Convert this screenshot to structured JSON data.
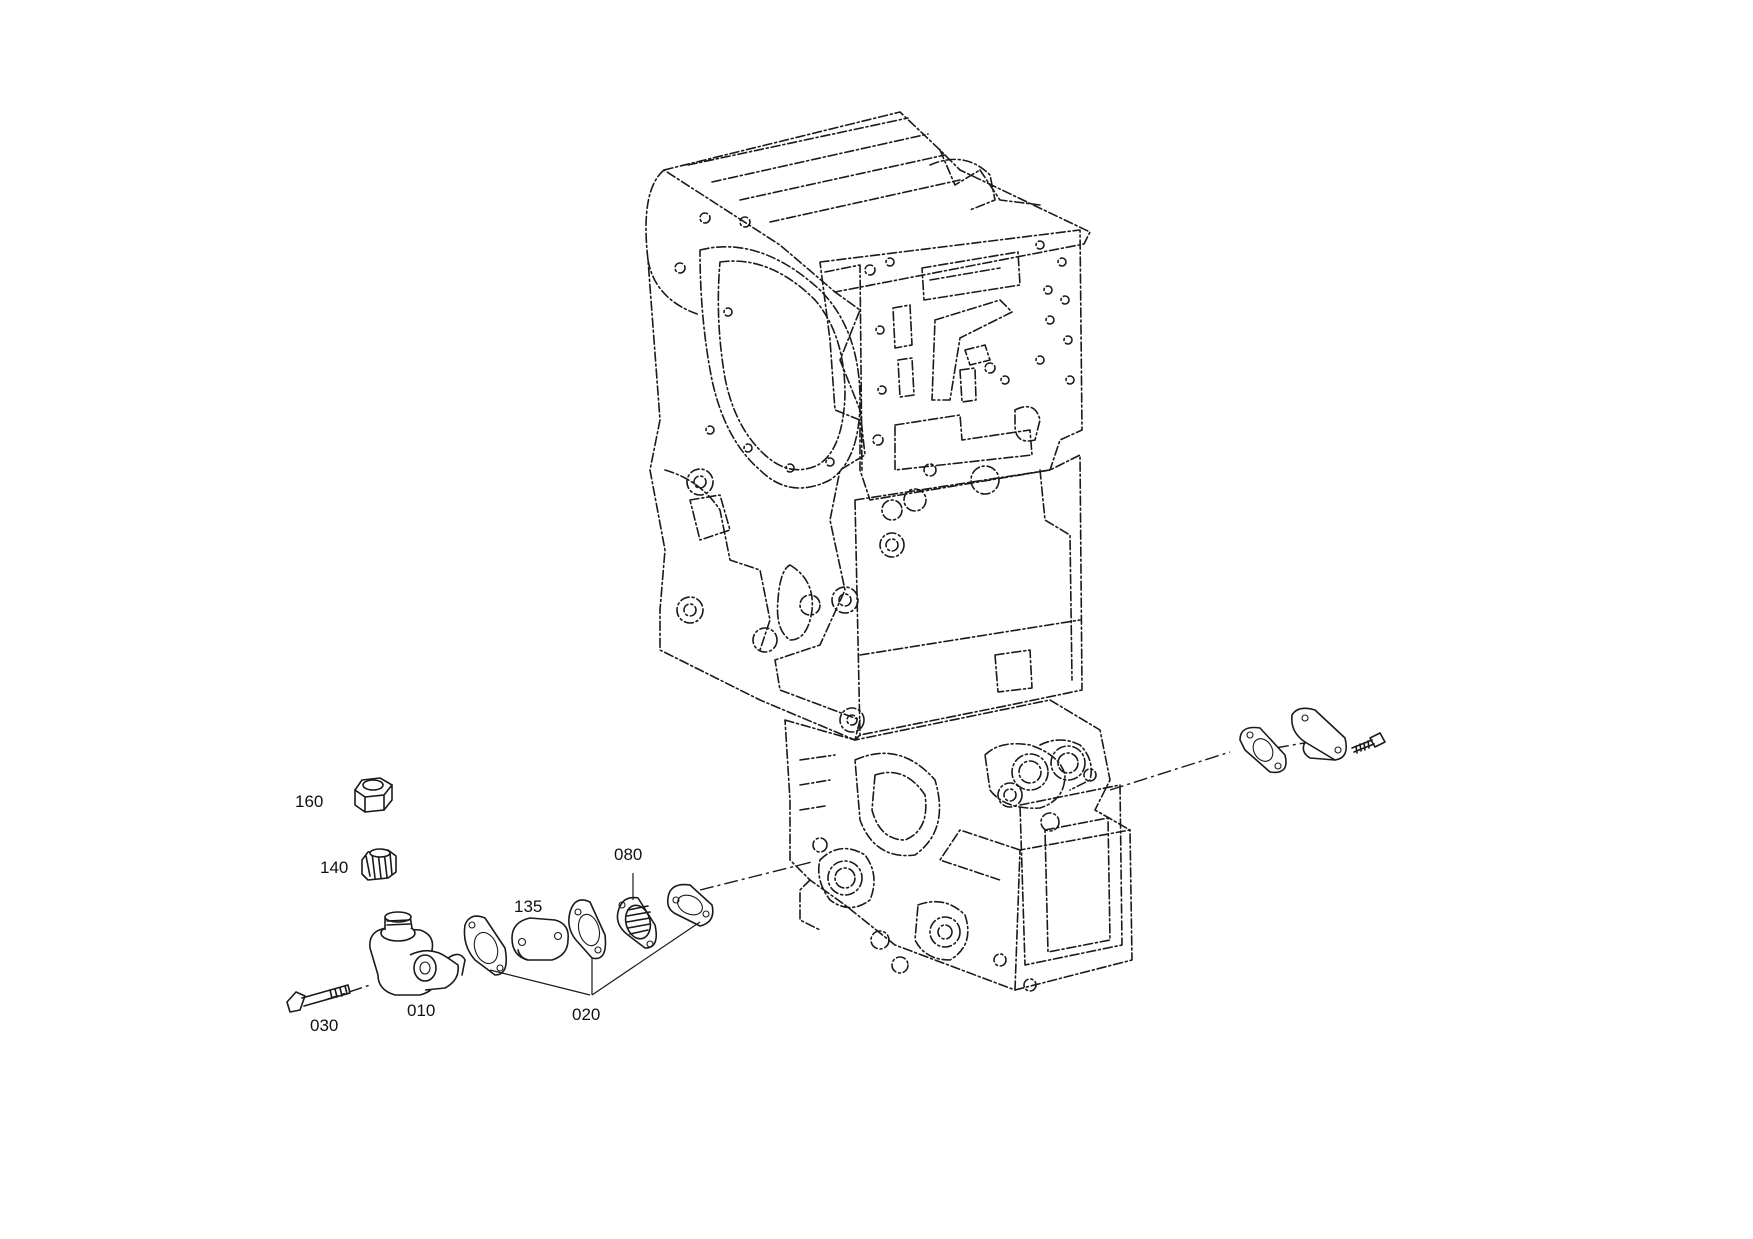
{
  "callouts": {
    "c160": "160",
    "c140": "140",
    "c135": "135",
    "c080": "080",
    "c030": "030",
    "c010": "010",
    "c020": "020"
  },
  "colors": {
    "line": "#1a1a1a",
    "background": "#ffffff"
  }
}
